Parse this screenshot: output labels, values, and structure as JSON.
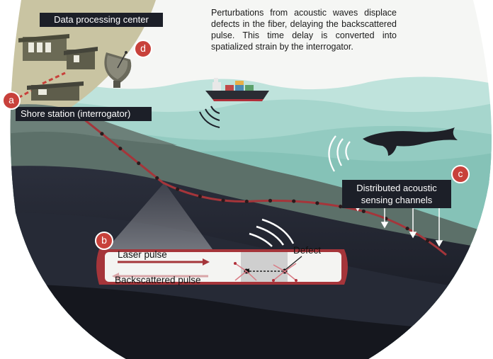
{
  "caption": "Perturbations from acoustic waves displace defects in the fiber, delaying the backscattered pulse. This time delay is converted into spatialized strain by the interrogator.",
  "labels": {
    "data_center": "Data processing center",
    "shore_station": "Shore station (interrogator)",
    "das_channels": "Distributed acoustic sensing channels",
    "laser_pulse": "Laser pulse",
    "backscattered_pulse": "Backscattered pulse",
    "defect": "Defect"
  },
  "badges": {
    "a": "a",
    "b": "b",
    "c": "c",
    "d": "d"
  },
  "colors": {
    "sea_light": "#b4ddd6",
    "sea_mid": "#8ccabf",
    "seafloor": "#5a6e66",
    "deep": "#1f222d",
    "cable": "#a5353a",
    "accent": "#c8413b",
    "label_bg": "#1c1f28"
  }
}
